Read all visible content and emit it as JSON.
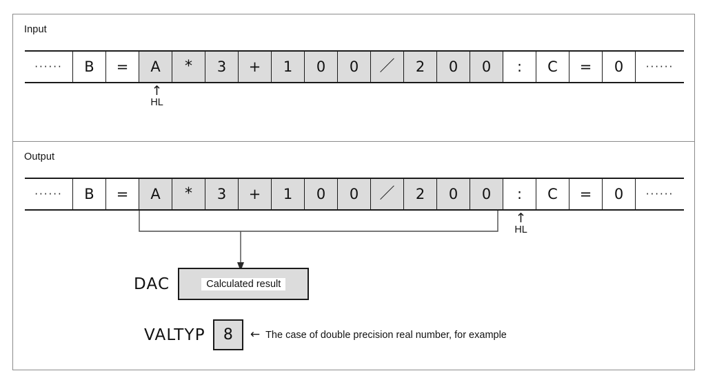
{
  "figure": {
    "panels": [
      {
        "title": "Input"
      },
      {
        "title": "Output"
      }
    ]
  },
  "input_strip": {
    "lead_ellipsis": "······",
    "trail_ellipsis": "······",
    "cells": [
      {
        "text": "B",
        "shaded": false
      },
      {
        "text": "=",
        "shaded": false
      },
      {
        "text": "A",
        "shaded": true
      },
      {
        "text": "*",
        "shaded": true
      },
      {
        "text": "3",
        "shaded": true
      },
      {
        "text": "+",
        "shaded": true
      },
      {
        "text": "1",
        "shaded": true
      },
      {
        "text": "0",
        "shaded": true
      },
      {
        "text": "0",
        "shaded": true
      },
      {
        "text": "／",
        "shaded": true
      },
      {
        "text": "2",
        "shaded": true
      },
      {
        "text": "0",
        "shaded": true
      },
      {
        "text": "0",
        "shaded": true
      },
      {
        "text": ":",
        "shaded": false
      },
      {
        "text": "C",
        "shaded": false
      },
      {
        "text": "=",
        "shaded": false
      },
      {
        "text": "0",
        "shaded": false
      }
    ],
    "pointer": {
      "arrow": "↑",
      "label": "HL",
      "target_index": 2
    }
  },
  "output_strip": {
    "lead_ellipsis": "······",
    "trail_ellipsis": "······",
    "cells": [
      {
        "text": "B",
        "shaded": false
      },
      {
        "text": "=",
        "shaded": false
      },
      {
        "text": "A",
        "shaded": true
      },
      {
        "text": "*",
        "shaded": true
      },
      {
        "text": "3",
        "shaded": true
      },
      {
        "text": "+",
        "shaded": true
      },
      {
        "text": "1",
        "shaded": true
      },
      {
        "text": "0",
        "shaded": true
      },
      {
        "text": "0",
        "shaded": true
      },
      {
        "text": "／",
        "shaded": true
      },
      {
        "text": "2",
        "shaded": true
      },
      {
        "text": "0",
        "shaded": true
      },
      {
        "text": "0",
        "shaded": true
      },
      {
        "text": ":",
        "shaded": false
      },
      {
        "text": "C",
        "shaded": false
      },
      {
        "text": "=",
        "shaded": false
      },
      {
        "text": "0",
        "shaded": false
      }
    ],
    "pointer": {
      "arrow": "↑",
      "label": "HL",
      "target_index": 13
    }
  },
  "dac": {
    "label": "DAC",
    "box_text": "Calculated result"
  },
  "valtyp": {
    "label": "VALTYP",
    "value": "8",
    "arrow": "←",
    "note": "The case of double precision real number, for example"
  },
  "colors": {
    "shaded_cell": "#dcdcdc",
    "line": "#1a1a1a",
    "panel_border": "#8a8a8a",
    "background": "#ffffff"
  }
}
